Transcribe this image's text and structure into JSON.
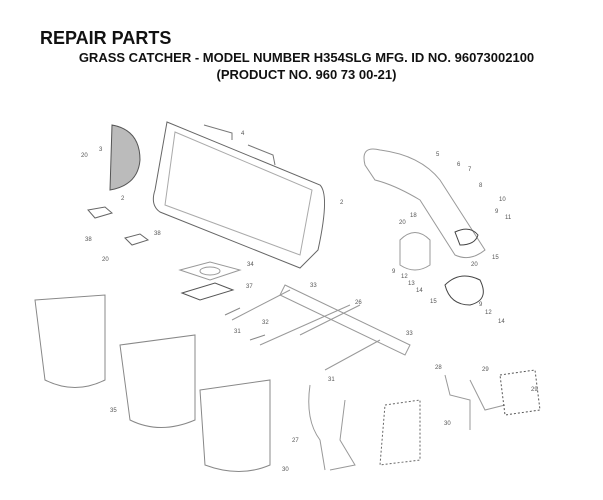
{
  "header": {
    "title": "REPAIR PARTS",
    "subtitle": "GRASS CATCHER - MODEL NUMBER H354SLG MFG. ID NO. 96073002100",
    "product": "(PRODUCT NO. 960 73 00-21)"
  },
  "callouts": [
    "20",
    "3",
    "4",
    "2",
    "2",
    "38",
    "38",
    "20",
    "34",
    "37",
    "33",
    "5",
    "6",
    "7",
    "8",
    "10",
    "9",
    "11",
    "18",
    "20",
    "20",
    "9",
    "12",
    "13",
    "14",
    "15",
    "15",
    "9",
    "12",
    "14",
    "26",
    "33",
    "32",
    "31",
    "31",
    "27",
    "30",
    "28",
    "29",
    "29",
    "30",
    "35"
  ]
}
